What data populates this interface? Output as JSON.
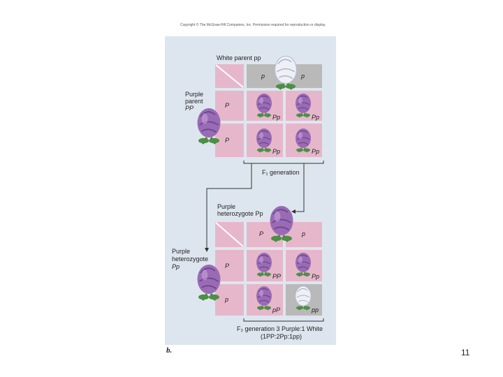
{
  "copyright": "Copyright © The McGraw-Hill Companies, Inc. Permission required for reproduction or display.",
  "top_cross": {
    "white_parent_label": "White parent pp",
    "purple_parent_label": [
      "Purple",
      "parent",
      "PP"
    ],
    "column_alleles": [
      "p",
      "p"
    ],
    "row_alleles": [
      "P",
      "P"
    ],
    "offspring": [
      "Pp",
      "Pp",
      "Pp",
      "Pp"
    ],
    "f1_label": "F₁ generation"
  },
  "bottom_cross": {
    "top_parent_label": [
      "Purple",
      "heterozygote Pp"
    ],
    "left_parent_label": [
      "Purple",
      "heterozygote",
      "Pp"
    ],
    "column_alleles": [
      "P",
      "p"
    ],
    "row_alleles": [
      "P",
      "p"
    ],
    "offspring": [
      "PP",
      "Pp",
      "pP",
      "pp"
    ],
    "f2_label": [
      "F₂ generation 3 Purple:1 White",
      "(1PP:2Pp:1pp)"
    ]
  },
  "figure_letter": "b.",
  "page_number": "11",
  "colors": {
    "panel": "#dde6ee",
    "cell_pink": "#e6b7cb",
    "cell_gray": "#b9b9b9",
    "purple_flower": "#9a6bb5",
    "white_flower": "#eef0f6"
  }
}
